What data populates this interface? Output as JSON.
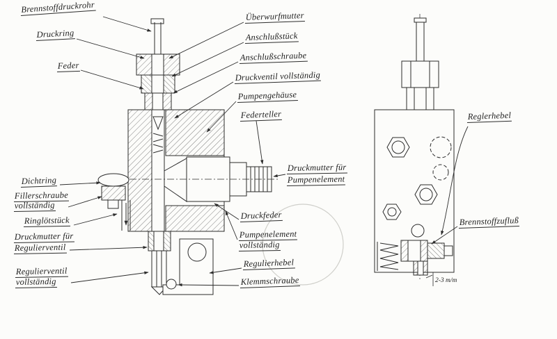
{
  "drawing": {
    "ink_color": "#2b2b2b",
    "paper_color": "#fcfcfa",
    "subject": "fuel pump pressure valve assembly, sectional and side view"
  },
  "labels": {
    "brennstoffdruckrohr": "Brennstoffdruckrohr",
    "druckring": "Druckring",
    "feder": "Feder",
    "ueberwurfmutter": "Überwurfmutter",
    "anschlussstueck": "Anschlußstück",
    "anschlussschraube": "Anschlußschraube",
    "druckventil_vollstaendig": "Druckventil vollständig",
    "pumpengehaeuse": "Pumpengehäuse",
    "federteller": "Federteller",
    "druckmutter_pumpenelement_1": "Druckmutter für",
    "druckmutter_pumpenelement_2": "Pumpenelement",
    "dichtring": "Dichtring",
    "fillerschraube_1": "Fillerschraube",
    "fillerschraube_2": "vollständig",
    "ringloetstueck": "Ringlötstück",
    "druckmutter_regulierventil_1": "Druckmutter für",
    "druckmutter_regulierventil_2": "Regulierventil",
    "regulierventil_1": "Regulierventil",
    "regulierventil_2": "vollständig",
    "druckfeder": "Druckfeder",
    "pumpenelement_1": "Pumpenelement",
    "pumpenelement_2": "vollständig",
    "regulierhebel": "Regulierhebel",
    "klemmschraube": "Klemmschraube",
    "reglerhebel": "Reglerhebel",
    "brennstoffzufluss": "Brennstoffzufluß",
    "dimension_note": "2-3 m/m"
  }
}
